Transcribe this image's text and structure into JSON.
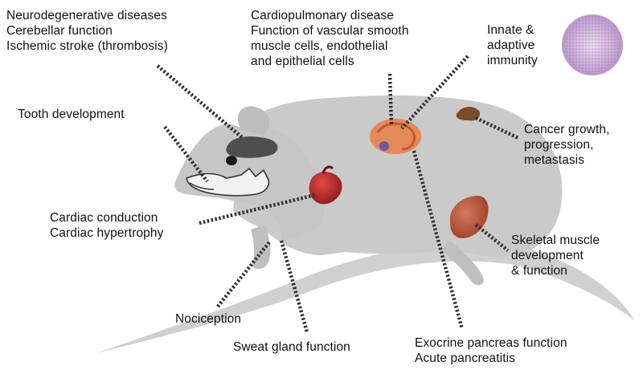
{
  "labels": {
    "neuro": [
      "Neurodegenerative diseases",
      "Cerebellar function",
      "Ischemic stroke (thrombosis)"
    ],
    "cardiopulmonary": [
      "Cardiopulmonary disease",
      "Function of vascular smooth",
      "muscle cells, endothelial",
      "and epithelial cells"
    ],
    "immunity": [
      "Innate &",
      "adaptive",
      "immunity"
    ],
    "tooth": [
      "Tooth development"
    ],
    "cancer": [
      "Cancer growth,",
      "progression,",
      "metastasis"
    ],
    "cardiac": [
      "Cardiac conduction",
      "Cardiac hypertrophy"
    ],
    "skeletal": [
      "Skeletal muscle",
      "development",
      "& function"
    ],
    "nociception": [
      "Nociception"
    ],
    "sweat": [
      "Sweat gland function"
    ],
    "pancreas": [
      "Exocrine pancreas function",
      "Acute pancreatitis"
    ]
  },
  "colors": {
    "mouse_body": "#c9c9c9",
    "leader_lines": "#333333",
    "brain": "#555555",
    "heart": "#b3262e",
    "intestine": "#e07a4a",
    "tumor": "#7a4a2a",
    "muscle": "#b4553a",
    "immune_cell": "#c8a8d6"
  }
}
